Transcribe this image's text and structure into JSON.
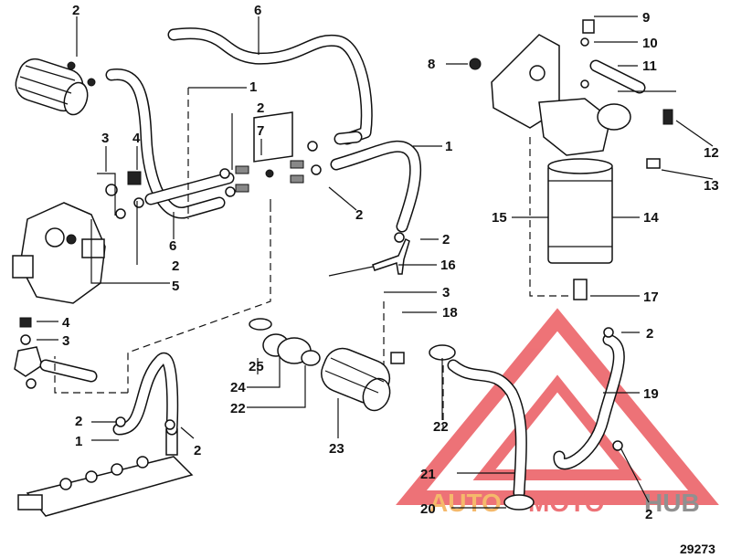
{
  "labels": {
    "l2_top": "2",
    "l6_top": "6",
    "l1_a": "1",
    "l2_b": "2",
    "l7": "7",
    "l3_a": "3",
    "l4_a": "4",
    "l1_b": "1",
    "l2_c": "2",
    "l6_b": "6",
    "l2_d": "2",
    "l5": "5",
    "l2_e": "2",
    "l16": "16",
    "l9": "9",
    "l10": "10",
    "l8": "8",
    "l11": "11",
    "l12": "12",
    "l13": "13",
    "l15": "15",
    "l14": "14",
    "l17": "17",
    "l4_b": "4",
    "l3_b": "3",
    "l3_c": "3",
    "l18": "18",
    "l2_f": "2",
    "l25": "25",
    "l24": "24",
    "l22_a": "22",
    "l23": "23",
    "l22_b": "22",
    "l19": "19",
    "l2_g": "2",
    "l1_c": "1",
    "l2_h": "2",
    "l21": "21",
    "l20": "20",
    "l2_i": "2"
  },
  "watermark": {
    "part1": "AUTO",
    "part2": "MOTO",
    "part3": "HUB",
    "colors": {
      "red": "#e8444a",
      "orange": "#f2a23a",
      "grey": "#6b6b6b"
    }
  },
  "reference_number": "29273"
}
